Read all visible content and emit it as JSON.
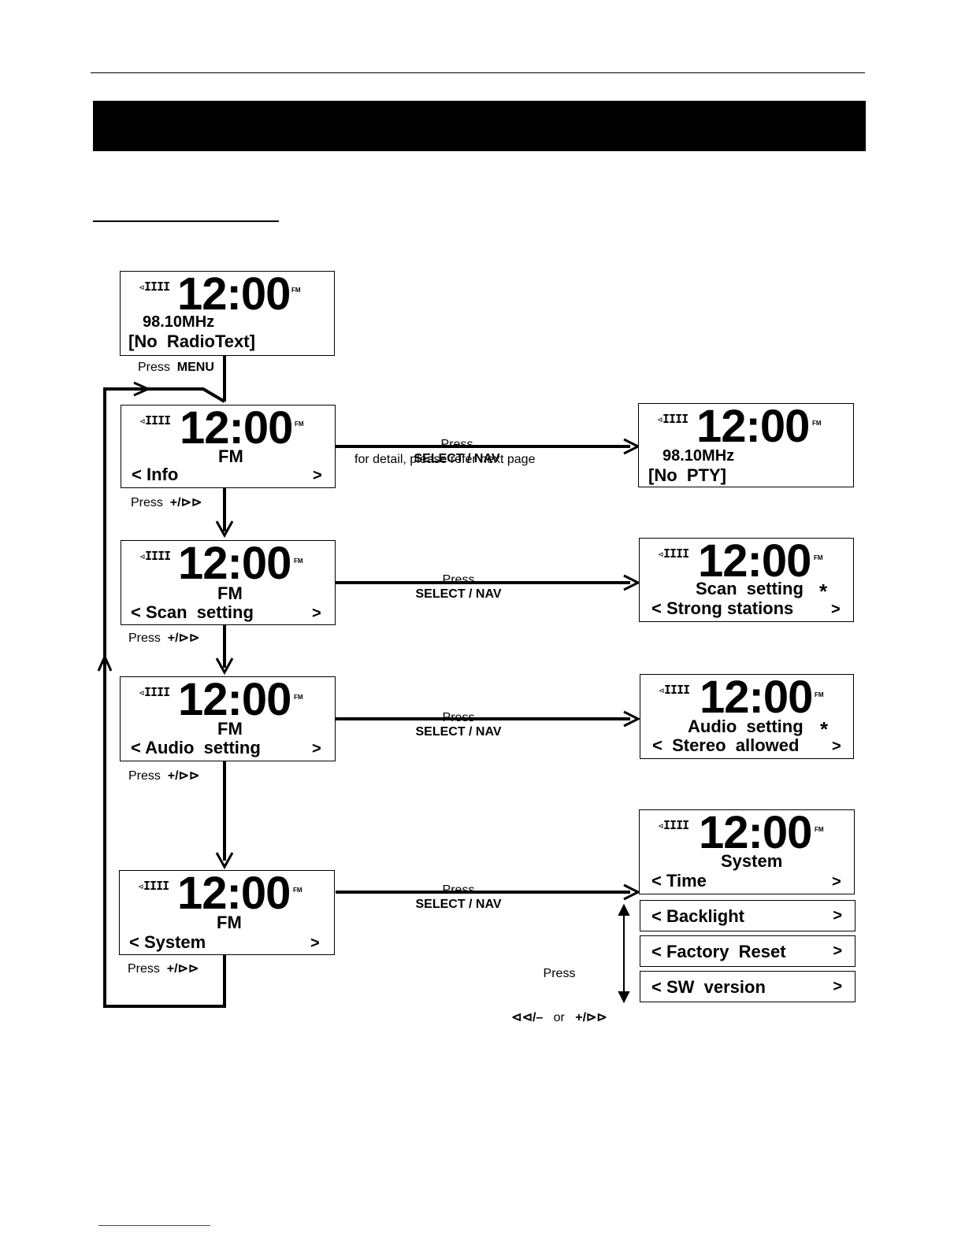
{
  "display": {
    "speaker_glyph": "◃IIII",
    "clock": "12:00",
    "band": "FM"
  },
  "screens": {
    "home": {
      "freq": "98.10MHz",
      "text": "[No  RadioText]"
    },
    "info": {
      "title": "FM",
      "item": "< Info",
      "next": ">"
    },
    "scan": {
      "title": "FM",
      "item": "< Scan  setting",
      "next": ">"
    },
    "audio": {
      "title": "FM",
      "item": "< Audio  setting",
      "next": ">"
    },
    "system": {
      "title": "FM",
      "item": "< System",
      "next": ">"
    },
    "info_detail": {
      "freq": "98.10MHz",
      "text": "[No  PTY]"
    },
    "scan_detail": {
      "title": "Scan  setting",
      "star": "*",
      "item": "< Strong stations",
      "next": ">"
    },
    "audio_detail": {
      "title": "Audio  setting",
      "star": "*",
      "item": "<  Stereo  allowed",
      "next": ">"
    },
    "system_detail": {
      "title": "System",
      "item": "< Time",
      "next": ">"
    },
    "system_items": [
      {
        "label": "< Backlight",
        "next": ">"
      },
      {
        "label": "< Factory  Reset",
        "next": ">"
      },
      {
        "label": "< SW  version",
        "next": ">"
      }
    ]
  },
  "labels": {
    "press": "Press",
    "menu": "MENU",
    "select_nav": "SELECT / NAV",
    "next_key": "+/⊳⊳",
    "prev_key": "⊲⊲/–",
    "or": "or",
    "detail_note": "for detail, please refer next page"
  }
}
